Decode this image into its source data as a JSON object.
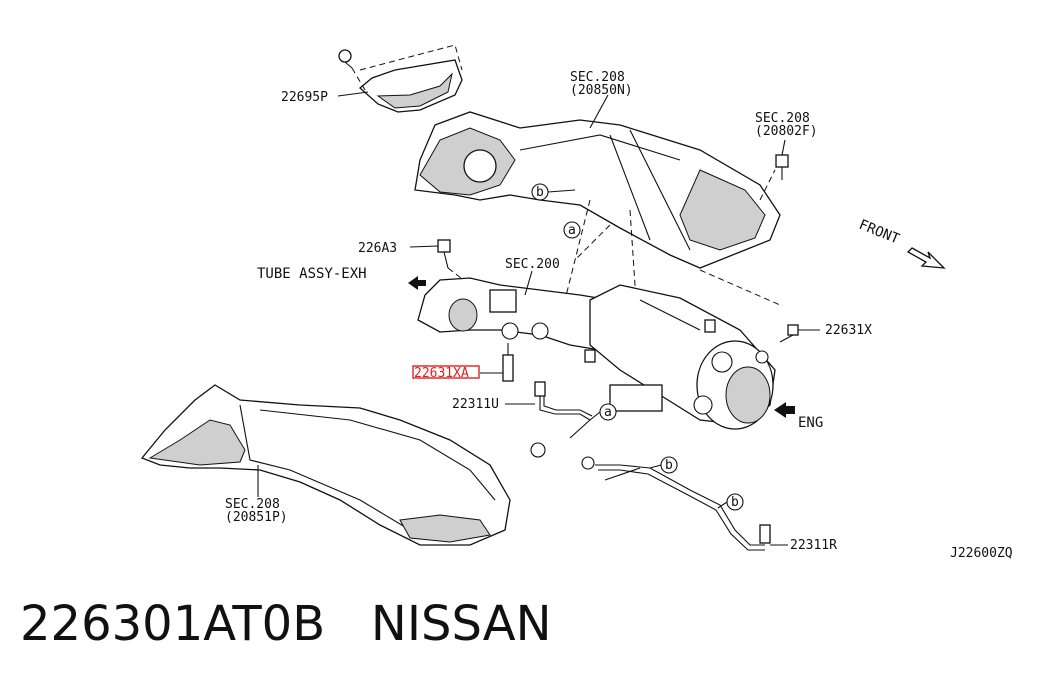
{
  "labels": {
    "p22695p": "22695P",
    "sec208a_line1": "SEC.208",
    "sec208a_line2": "(20850N)",
    "sec208b_line1": "SEC.208",
    "sec208b_line2": "(20802F)",
    "p226a3": "226A3",
    "tube_assy": "TUBE ASSY-EXH",
    "sec200": "SEC.200",
    "front": "FRONT",
    "p22631x": "22631X",
    "p22631xa": "22631XA",
    "p22311u": "22311U",
    "eng": "ENG",
    "sec208c_line1": "SEC.208",
    "sec208c_line2": "(20851P)",
    "p22311r": "22311R",
    "drawing_code": "J22600ZQ",
    "ref_b": "b",
    "ref_a": "a"
  },
  "footer": {
    "text": "226301AT0B   NISSAN"
  },
  "colors": {
    "highlight": "#e02020"
  }
}
